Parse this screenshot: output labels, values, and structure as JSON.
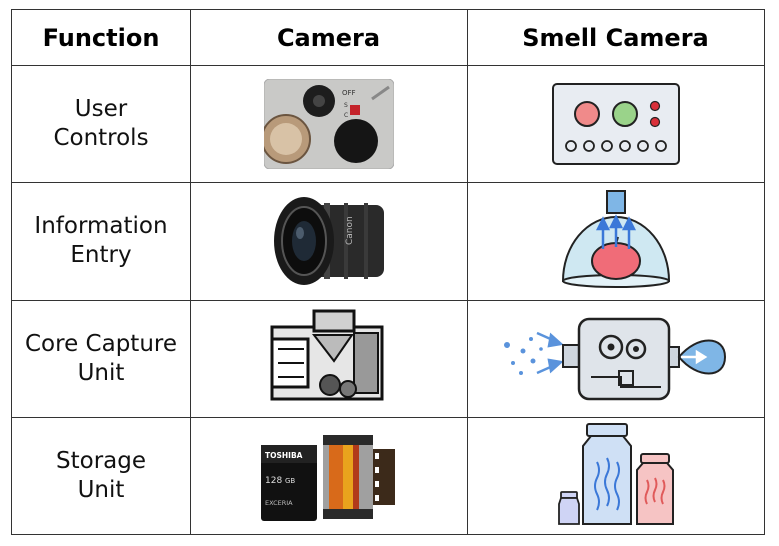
{
  "headers": {
    "function": "Function",
    "camera": "Camera",
    "smell_camera": "Smell Camera"
  },
  "rows": [
    {
      "label": "User\nControls"
    },
    {
      "label": "Information\nEntry"
    },
    {
      "label": "Core Capture\nUnit"
    },
    {
      "label": "Storage\nUnit"
    }
  ],
  "camera_dial_marks": {
    "off": "OFF",
    "s": "S",
    "c": "C"
  },
  "lens_brand": "Canon",
  "sd_card": {
    "brand": "TOSHIBA",
    "capacity": "128",
    "unit": "GB",
    "model": "EXCERIA"
  },
  "colors": {
    "panel": "#e8ecf2",
    "button_red": "#f08a8a",
    "button_green": "#9ad38a",
    "led": "#d9303a",
    "dome": "#cfe8f2",
    "apple": "#f06c78",
    "arrow_blue": "#3b78d8",
    "nozzle": "#7fb6e6",
    "jar_blue": "#cfe0f5",
    "jar_pink": "#f6c4c4"
  }
}
